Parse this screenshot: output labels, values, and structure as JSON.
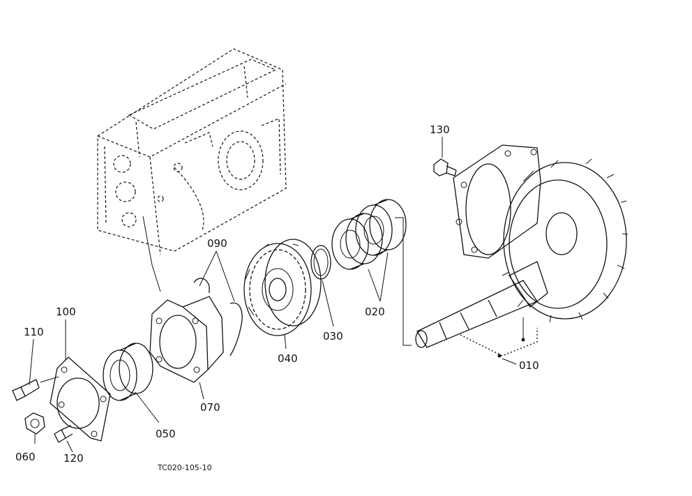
{
  "diagram": {
    "drawing_code": "TC020-105-10",
    "callouts": [
      {
        "id": "010",
        "label": "010"
      },
      {
        "id": "020",
        "label": "020"
      },
      {
        "id": "030",
        "label": "030"
      },
      {
        "id": "040",
        "label": "040"
      },
      {
        "id": "050",
        "label": "050"
      },
      {
        "id": "060",
        "label": "060"
      },
      {
        "id": "070",
        "label": "070"
      },
      {
        "id": "090",
        "label": "090"
      },
      {
        "id": "100",
        "label": "100"
      },
      {
        "id": "110",
        "label": "110"
      },
      {
        "id": "120",
        "label": "120"
      },
      {
        "id": "130",
        "label": "130"
      }
    ]
  }
}
